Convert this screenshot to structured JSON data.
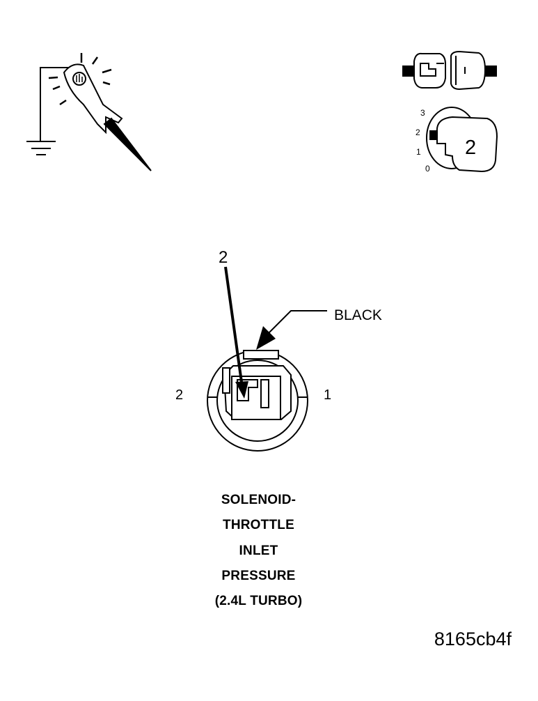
{
  "key_position": {
    "scale_labels": [
      "3",
      "2",
      "1",
      "0"
    ],
    "selected": "2"
  },
  "connector": {
    "wire_color_label": "BLACK",
    "cavity_callout": "2",
    "terminal_left": "2",
    "terminal_right": "1"
  },
  "caption": {
    "lines": [
      "SOLENOID-",
      "THROTTLE",
      "INLET",
      "PRESSURE",
      "(2.4L TURBO)"
    ]
  },
  "figure_id": "8165cb4f"
}
